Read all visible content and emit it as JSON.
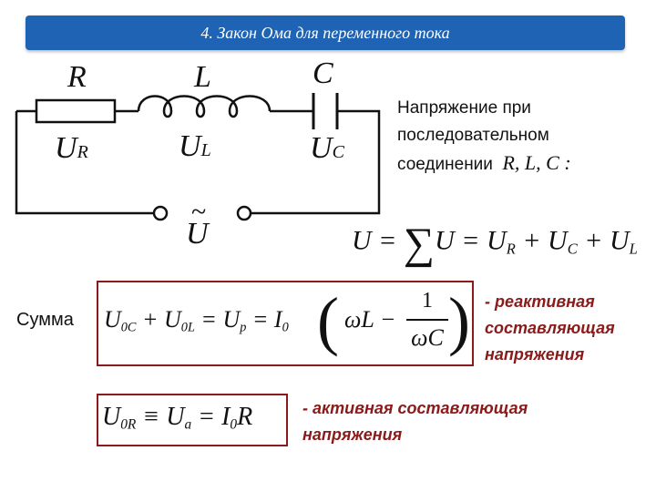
{
  "header": {
    "title": "4. Закон Ома для переменного тока"
  },
  "circuit": {
    "label_r": "R",
    "label_l": "L",
    "label_c": "C",
    "voltage_r": {
      "main": "U",
      "sub": "R"
    },
    "voltage_l": {
      "main": "U",
      "sub": "L"
    },
    "voltage_c": {
      "main": "U",
      "sub": "C"
    },
    "source_tilde": "~",
    "source_u": "U"
  },
  "description": {
    "line1": "Напряжение при",
    "line2": "последовательном",
    "line3_text": "соединении",
    "line3_elements": "R, L, C :"
  },
  "sum_equation": {
    "lhs": "U = ",
    "sum_symbol": "∑",
    "rhs_u": "U = U",
    "sub_r": "R",
    "plus_uc": " + U",
    "sub_c": "C",
    "plus_ul": " + U",
    "sub_l": "L"
  },
  "reactive_equation": {
    "t1": "U",
    "t1_sub": "0C",
    "t2": " + U",
    "t2_sub": "0L",
    "t3": " = U",
    "t3_sub": "p",
    "t4": " = I",
    "t4_sub": "0",
    "omega_l": "ωL −",
    "frac_num": "1",
    "frac_den": "ωC"
  },
  "active_equation": {
    "t1": "U",
    "t1_sub": "0R",
    "t2": " ≡ U",
    "t2_sub": "a",
    "t3": " = I",
    "t3_sub": "0",
    "t4": "R"
  },
  "labels": {
    "summa": "Сумма",
    "reactive_1": "- реактивная",
    "reactive_2": "составляющая",
    "reactive_3": "напряжения",
    "active_1": "- активная составляющая",
    "active_2": "напряжения"
  },
  "colors": {
    "header_bg": "#1f64b4",
    "accent_red": "#8b1a1a"
  }
}
